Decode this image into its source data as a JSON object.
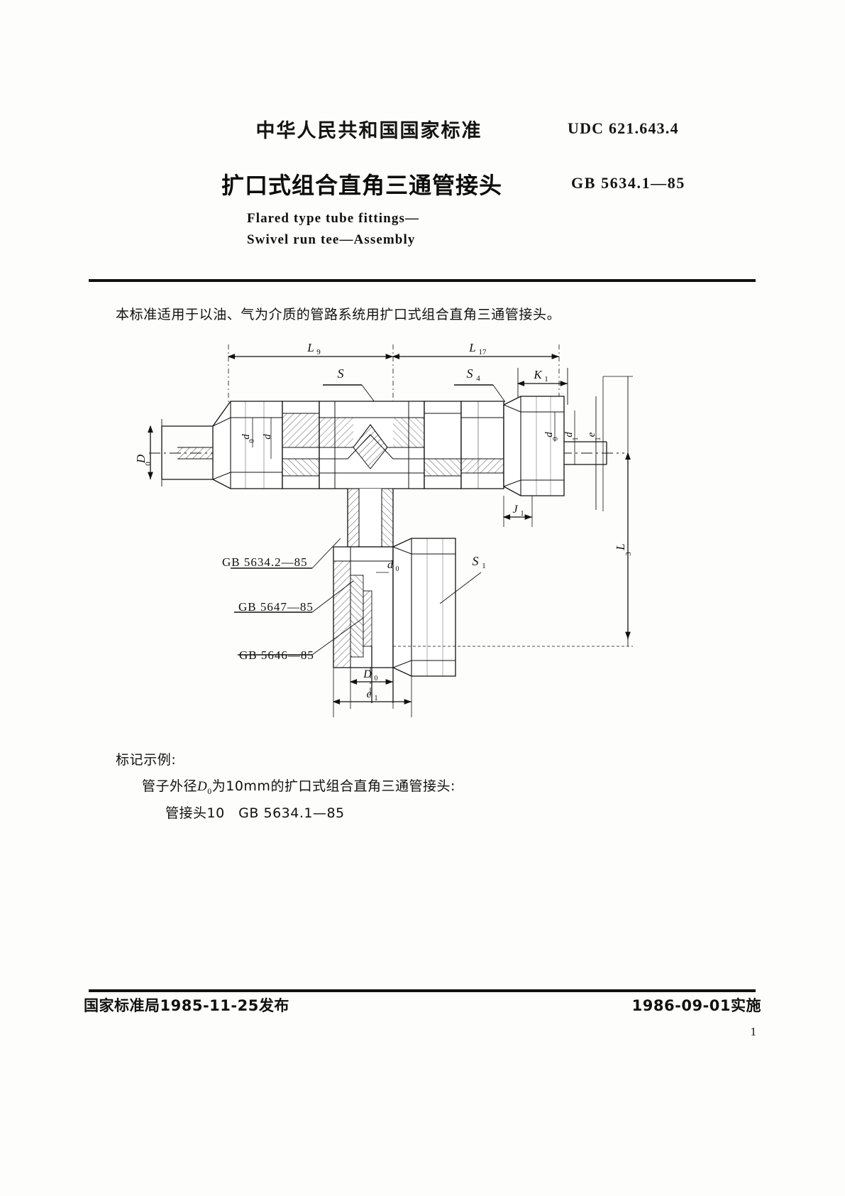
{
  "header": {
    "national_standard": "中华人民共和国国家标准",
    "udc": "UDC 621.643.4",
    "title_cn": "扩口式组合直角三通管接头",
    "gb_number": "GB 5634.1—85",
    "title_en_line1": "Flared type tube fittings—",
    "title_en_line2": "Swivel run tee—Assembly"
  },
  "body": {
    "scope": "本标准适用于以油、气为介质的管路系统用扩口式组合直角三通管接头。"
  },
  "figure": {
    "dimension_labels": {
      "L9": "L",
      "L9_sub": "9",
      "L17": "L",
      "L17_sub": "17",
      "S": "S",
      "S4": "S",
      "S4_sub": "4",
      "S1": "S",
      "S1_sub": "1",
      "K1": "K",
      "K1_sub": "1",
      "J1": "J",
      "J1_sub": "1",
      "L3": "L",
      "L3_sub": "3",
      "D0_left": "D",
      "D0_left_sub": "0",
      "D0_bottom": "D",
      "D0_bottom_sub": "0",
      "d0_left": "d",
      "d0_left_sub": "0",
      "d_left": "d",
      "d0_right": "d",
      "d0_right_sub": "0",
      "d1_right": "d",
      "d1_right_sub": "1",
      "e1_right": "e",
      "e1_right_sub": "1",
      "e1_bottom": "e",
      "e1_bottom_sub": "1",
      "d0_mid": "d",
      "d0_mid_sub": "0"
    },
    "part_refs": [
      "GB 5634.2—85",
      "GB 5647—85",
      "GB 5646—85"
    ]
  },
  "marking": {
    "label": "标记示例:",
    "line1_pre": "管子外径",
    "line1_var": "D",
    "line1_var_sub": "0",
    "line1_post": "为10mm的扩口式组合直角三通管接头:",
    "line2": "管接头10　GB  5634.1—85"
  },
  "footer": {
    "issue": "国家标准局1985-11-25发布",
    "effective": "1986-09-01实施",
    "page": "1"
  }
}
